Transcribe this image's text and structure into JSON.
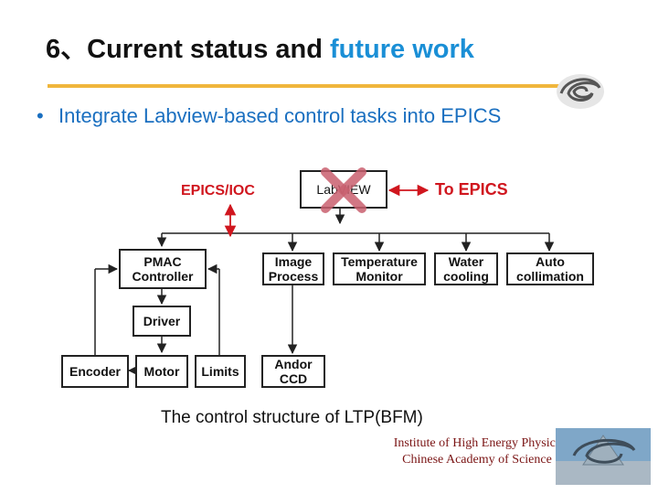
{
  "slide": {
    "title_prefix": "6、Current status and ",
    "title_highlight": "future work",
    "bullet": "Integrate Labview-based control tasks into EPICS",
    "caption": "The control structure of LTP(BFM)",
    "footer_line1": "Institute of High Energy Physics",
    "footer_line2": "Chinese Academy of Science",
    "colors": {
      "title_highlight": "#1a8fd6",
      "bullet": "#1a6fc0",
      "rule": "#f0b63c",
      "label_red": "#d0161e",
      "cross": "#c9606f"
    }
  },
  "diagram": {
    "epics_ioc": "EPICS/IOC",
    "labview": "LabVIEW",
    "to_epics": "To EPICS",
    "boxes": {
      "pmac": "PMAC\nController",
      "driver": "Driver",
      "encoder": "Encoder",
      "motor": "Motor",
      "limits": "Limits",
      "image": "Image\nProcess",
      "temp": "Temperature\nMonitor",
      "water": "Water\ncooling",
      "auto": "Auto\ncollimation",
      "andor": "Andor\nCCD"
    },
    "icons": {
      "cross": "x-mark-icon",
      "logo": "ihep-logo-icon"
    }
  }
}
